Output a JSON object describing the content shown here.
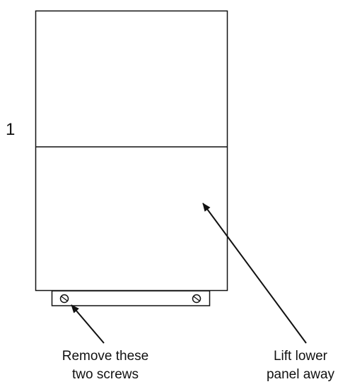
{
  "step_number": "1",
  "callouts": {
    "screws": {
      "line1": "Remove these",
      "line2": "two screws"
    },
    "panel": {
      "line1": "Lift lower",
      "line2": "panel away"
    }
  },
  "colors": {
    "line": "#111111",
    "background": "#ffffff"
  },
  "icons": {
    "screw": "screw-head-icon",
    "arrow": "arrow-head-icon"
  }
}
